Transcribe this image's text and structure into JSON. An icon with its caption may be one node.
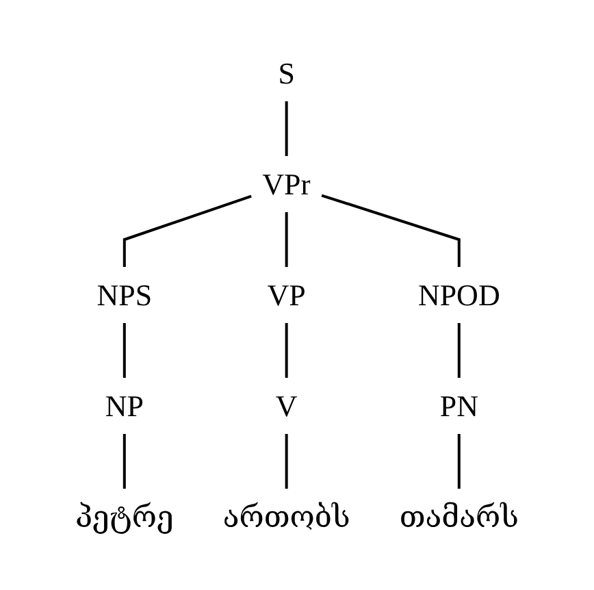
{
  "diagram": {
    "nodes": [
      {
        "text": [
          "S"
        ]
      },
      {
        "text": [
          "VPr"
        ]
      },
      {
        "text": [
          "NPS"
        ]
      },
      {
        "text": [
          "VP"
        ]
      },
      {
        "text": [
          "NPOD"
        ]
      },
      {
        "text": [
          "NP"
        ]
      },
      {
        "text": [
          "V"
        ]
      },
      {
        "text": [
          "PN"
        ]
      },
      {
        "text": [
          "პეტრე"
        ]
      },
      {
        "text": [
          "ართობს"
        ]
      },
      {
        "text": [
          "თამარს"
        ]
      }
    ],
    "edges": [
      {
        "from": 0,
        "to": 1,
        "arrow": "none"
      },
      {
        "from": 1,
        "to": 2,
        "arrow": "none"
      },
      {
        "from": 1,
        "to": 3,
        "arrow": "none"
      },
      {
        "from": 1,
        "to": 4,
        "arrow": "none"
      },
      {
        "from": 2,
        "to": 5,
        "arrow": "none"
      },
      {
        "from": 3,
        "to": 6,
        "arrow": "none"
      },
      {
        "from": 4,
        "to": 7,
        "arrow": "none"
      },
      {
        "from": 5,
        "to": 8,
        "arrow": "none"
      },
      {
        "from": 6,
        "to": 9,
        "arrow": "none"
      },
      {
        "from": 7,
        "to": 10,
        "arrow": "none"
      }
    ]
  }
}
